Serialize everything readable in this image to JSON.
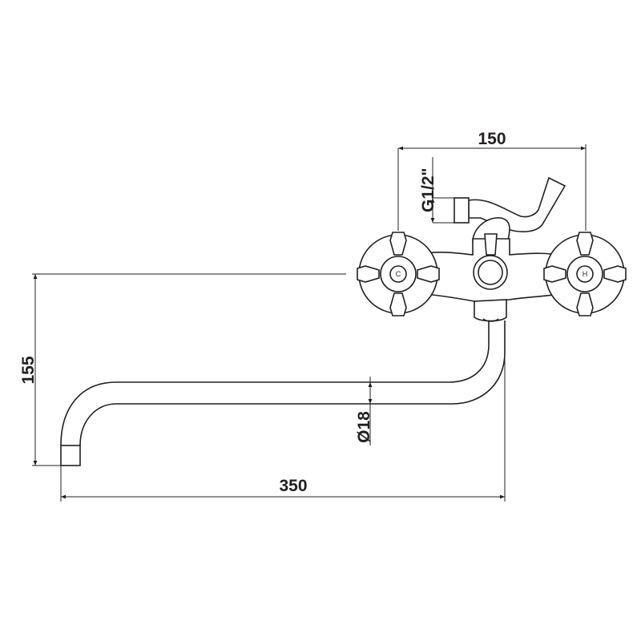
{
  "dimensions": {
    "width_between_inlets": "150",
    "inlet_thread": "G1/2\"",
    "spout_height": "155",
    "spout_reach": "350",
    "spout_diameter": "Ø18"
  },
  "handles": {
    "cold_label": "C",
    "hot_label": "H"
  },
  "colors": {
    "line": "#231f20",
    "background": "#ffffff"
  }
}
